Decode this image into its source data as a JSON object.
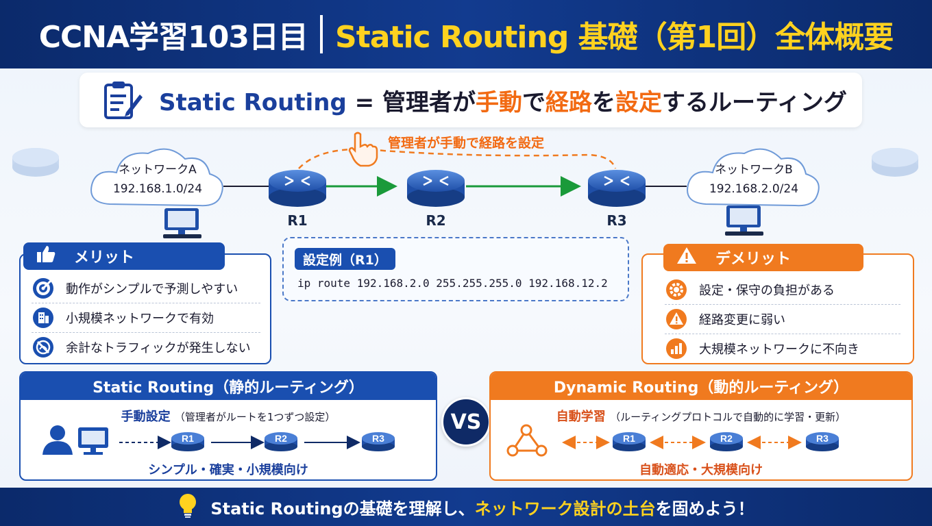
{
  "header": {
    "title_left": "CCNA学習103日目",
    "title_right": "Static Routing 基礎（第1回）全体概要"
  },
  "definition": {
    "term": "Static Routing",
    "equals": " = 管理者が",
    "highlight1": "手動",
    "mid1": "で",
    "highlight2": "経路",
    "mid2": "を",
    "highlight3": "設定",
    "tail": "するルーティング"
  },
  "diagram": {
    "manual_label": "管理者が手動で経路を設定",
    "network_a": {
      "name": "ネットワークA",
      "subnet": "192.168.1.0/24"
    },
    "network_b": {
      "name": "ネットワークB",
      "subnet": "192.168.2.0/24"
    },
    "routers": [
      "R1",
      "R2",
      "R3"
    ]
  },
  "merit": {
    "title": "メリット",
    "items": [
      {
        "icon": "target-icon",
        "text": "動作がシンプルで予測しやすい"
      },
      {
        "icon": "building-icon",
        "text": "小規模ネットワークで有効"
      },
      {
        "icon": "no-traffic-icon",
        "text": "余計なトラフィックが発生しない"
      }
    ]
  },
  "demerit": {
    "title": "デメリット",
    "items": [
      {
        "icon": "gear-icon",
        "text": "設定・保守の負担がある"
      },
      {
        "icon": "warning-icon",
        "text": "経路変更に弱い"
      },
      {
        "icon": "bar-chart-icon",
        "text": "大規模ネットワークに不向き"
      }
    ]
  },
  "config": {
    "title": "設定例（R1）",
    "command": "ip route 192.168.2.0 255.255.255.0 192.168.12.2"
  },
  "static_box": {
    "title": "Static Routing（静的ルーティング）",
    "sub_main": "手動設定",
    "sub_note": "（管理者がルートを1つずつ設定）",
    "routers": [
      "R1",
      "R2",
      "R3"
    ],
    "footer": "シンプル・確実・小規模向け"
  },
  "vs_label": "VS",
  "dynamic_box": {
    "title": "Dynamic Routing（動的ルーティング）",
    "sub_main": "自動学習",
    "sub_note": "（ルーティングプロトコルで自動的に学習・更新）",
    "routers": [
      "R1",
      "R2",
      "R3"
    ],
    "footer": "自動適応・大規模向け"
  },
  "footer": {
    "part1": "Static Routingの基礎を理解し、",
    "highlight": "ネットワーク設計の土台",
    "part2": "を固めよう！"
  },
  "colors": {
    "navy": "#0b2a6b",
    "blue": "#1a4fb0",
    "orange": "#f07a1f",
    "yellow": "#ffd21f",
    "green": "#1a9a3a"
  }
}
